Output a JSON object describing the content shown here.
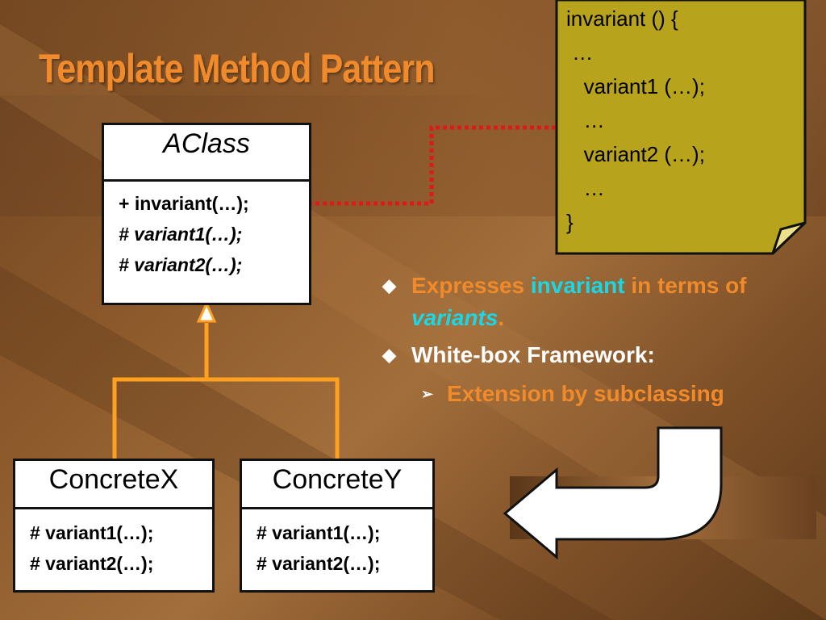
{
  "slide": {
    "title": "Template Method Pattern"
  },
  "aclass": {
    "name": "AClass",
    "operations": [
      "+ invariant(…);",
      "# variant1(…);",
      "# variant2(…);"
    ]
  },
  "concrete_x": {
    "name": "ConcreteX",
    "operations": [
      "# variant1(…);",
      "# variant2(…);"
    ]
  },
  "concrete_y": {
    "name": "ConcreteY",
    "operations": [
      "# variant1(…);",
      "# variant2(…);"
    ]
  },
  "note": {
    "lines": [
      "invariant () {",
      " …",
      "   variant1 (…);",
      "   …",
      "   variant2 (…);",
      "   …",
      "}"
    ]
  },
  "bullets": {
    "b1_part1": "Expresses ",
    "b1_part2": "invariant",
    "b1_part3": " in terms of ",
    "b1_part4": "variants",
    "b1_part5": ".",
    "b2": "White-box Framework:",
    "b3": "Extension by subclassing"
  },
  "icons": {
    "bullet": "diamond-bullet-icon",
    "sub_bullet": "chevron-right-icon"
  },
  "colors": {
    "title": "#f08a2a",
    "highlight": "#18d8e8",
    "note_fill": "#b8a41c",
    "connector": "#ffa020",
    "dotted_link": "#e01818"
  }
}
